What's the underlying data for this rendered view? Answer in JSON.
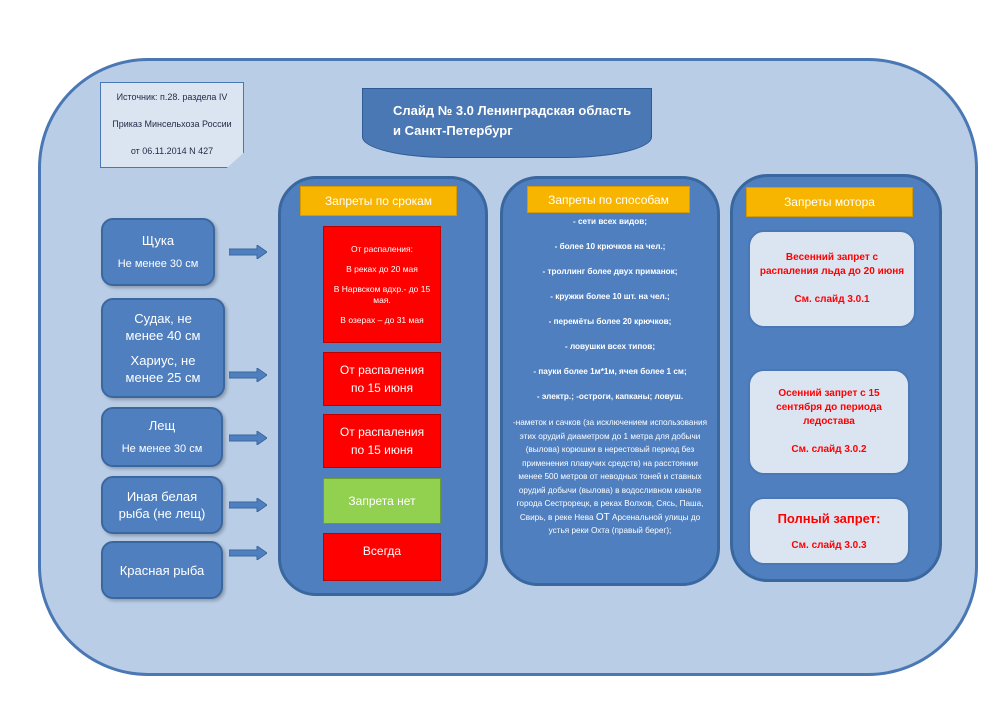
{
  "source": {
    "lines": [
      "Источник: п.28. раздела IV",
      "Приказ Минсельхоза России",
      "от 06.11.2014 N 427"
    ]
  },
  "title": {
    "line1": "Слайд № 3.0  Ленинградская область",
    "line2": "и Санкт-Петербург"
  },
  "fish": [
    {
      "name": "Щука",
      "sub": "Не менее 30 см"
    },
    {
      "name": "Судак,  не менее 40 см",
      "sub": "Хариус, не менее 25 см"
    },
    {
      "name": "Лещ",
      "sub": "Не менее 30 см"
    },
    {
      "name": "Иная белая рыба (не лещ)"
    },
    {
      "name": "Красная рыба"
    }
  ],
  "periods": {
    "header": "Запреты по срокам",
    "box1": {
      "lines": [
        "От распаления:",
        "В реках до 20 мая",
        "В Нарвском вдхр.- до 15 мая.",
        "В озерах – до 31 мая"
      ]
    },
    "box2": "От распаления по 15 июня",
    "box3": "От распаления по 15 июня",
    "box4": "Запрета нет",
    "box5": "Всегда"
  },
  "methods": {
    "header": "Запреты  по способам",
    "items": [
      "- сети всех видов;",
      "- более 10 крючков на чел.;",
      "- троллинг   более двух приманок;",
      "- кружки более 10 шт. на чел.;",
      "- перемёты более 20 крючков;",
      "- ловушки всех типов;",
      "- пауки более 1м*1м, ячея более 1 см;",
      "- электр.; -остроги, капканы; ловуш."
    ],
    "long_text": "-наметок и сачков (за исключением использования этих орудий диаметром до 1 метра для добычи (вылова) корюшки в нерестовый период без применения плавучих средств) на расстоянии менее 500 метров от неводных тоней и ставных орудий добычи (вылова) в водосливном канале города Сестрорецк, в реках Волхов, Сясь, Паша, Свирь, в реке Нева",
    "long_text_ot": "ОТ",
    "long_text_tail": "Арсенальной улицы до устья реки Охта (правый берег);"
  },
  "motor": {
    "header": "Запреты мотора",
    "spring": {
      "text": "Весенний запрет с распаления льда до 20 июня",
      "ref": "См. слайд 3.0.1"
    },
    "autumn": {
      "text": "Осенний запрет с 15 сентября до периода ледостава",
      "ref": "См. слайд 3.0.2"
    },
    "full": {
      "text": "Полный запрет:",
      "ref": "См. слайд 3.0.3"
    }
  },
  "colors": {
    "panel_bg": "#b9cde6",
    "box_blue": "#4f7fbf",
    "header_orange": "#f7b500",
    "red": "#ff0000",
    "green": "#92d050"
  }
}
